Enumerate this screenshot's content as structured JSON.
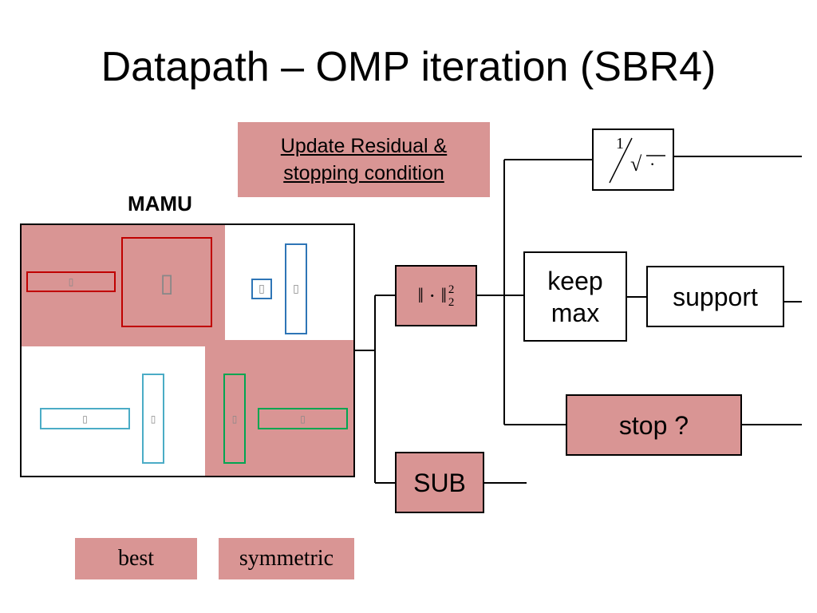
{
  "slide": {
    "title": "Datapath – OMP iteration (SBR4)"
  },
  "update_box": {
    "line1": "Update Residual &",
    "line2": "stopping condition",
    "color": "#d99594"
  },
  "mamu": {
    "label": "MAMU",
    "placeholder_glyph": "▯",
    "colors": {
      "shaded": "#d99594",
      "red": "#c00000",
      "blue": "#2e75b6",
      "light_blue": "#4bacc6",
      "green": "#00a651"
    }
  },
  "blocks": {
    "norm": {
      "bars": "‖ · ‖",
      "sup": "2",
      "sub": "2"
    },
    "sqrt": {
      "numerator": "1",
      "radical": "√",
      "argument": "·"
    },
    "keep_max": {
      "line1": "keep",
      "line2": "max"
    },
    "support": {
      "label": "support"
    },
    "stop": {
      "label": "stop ?"
    },
    "sub": {
      "label": "SUB"
    }
  },
  "legend": {
    "best": "best",
    "symmetric": "symmetric"
  }
}
